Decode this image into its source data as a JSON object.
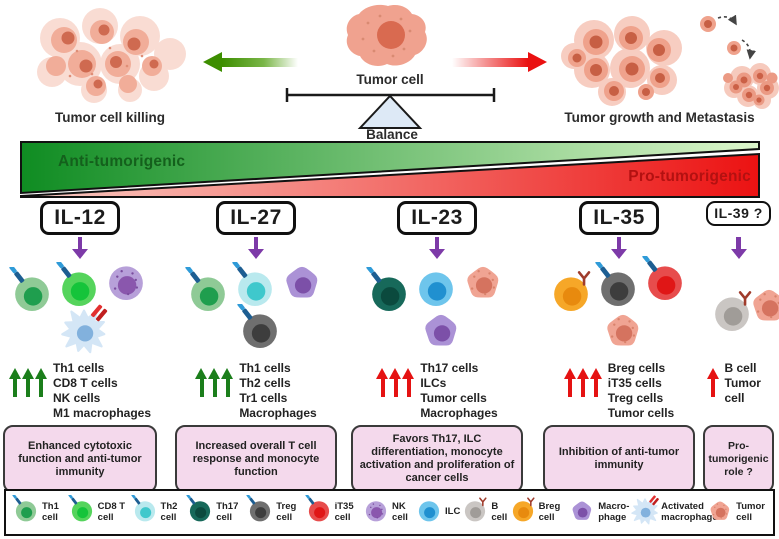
{
  "header": {
    "left_caption": "Tumor cell killing",
    "tumor_cell_label": "Tumor cell",
    "balance_label": "Balance",
    "right_caption": "Tumor growth and Metastasis"
  },
  "scale_bar": {
    "left_label": "Anti-tumorigenic",
    "right_label": "Pro-tumorigenic",
    "green_gradient": [
      "#0f8c22",
      "#dcf6cb"
    ],
    "red_gradient": [
      "#f9cdc4",
      "#ec1212"
    ],
    "left_text_color": "#14601c",
    "right_text_color": "#b31111"
  },
  "colors": {
    "down_arrow": "#7d3aa8",
    "green_trend": "#1b7e1b",
    "red_trend": "#e51212",
    "pink_box_bg": "#f4d9ec",
    "green_arrow": "#3d8e00",
    "red_arrow": "#ea1111"
  },
  "columns": [
    {
      "label": "IL-12",
      "trend_count": 3,
      "trend_color": "#1b7e1b",
      "cell_icons": [
        "th1",
        "cd8",
        "nk",
        "act_mac"
      ],
      "cells_list": [
        "Th1 cells",
        "CD8 T cells",
        "NK cells",
        "M1 macrophages"
      ],
      "box_text": "Enhanced cytotoxic function and anti-tumor immunity"
    },
    {
      "label": "IL-27",
      "trend_count": 3,
      "trend_color": "#1b7e1b",
      "cell_icons": [
        "th1",
        "th2",
        "mac",
        "treg"
      ],
      "cells_list": [
        "Th1 cells",
        "Th2 cells",
        "Tr1 cells",
        "Macrophages"
      ],
      "box_text": "Increased overall T cell response and monocyte function"
    },
    {
      "label": "IL-23",
      "trend_count": 3,
      "trend_color": "#e51212",
      "cell_icons": [
        "th17",
        "ilc",
        "tumor",
        "mac"
      ],
      "cells_list": [
        "Th17 cells",
        "ILCs",
        "Tumor cells",
        "Macrophages"
      ],
      "box_text": "Favors Th17, ILC differentiation, monocyte activation and proliferation of cancer cells"
    },
    {
      "label": "IL-35",
      "trend_count": 3,
      "trend_color": "#e51212",
      "cell_icons": [
        "breg",
        "treg",
        "it35",
        "tumor"
      ],
      "cells_list": [
        "Breg cells",
        "iT35 cells",
        "Treg cells",
        "Tumor cells"
      ],
      "box_text": "Inhibition of anti-tumor immunity"
    },
    {
      "label": "IL-39 ?",
      "trend_count": 1,
      "trend_color": "#e51212",
      "cell_icons": [
        "bcell",
        "tumor"
      ],
      "cells_list": [
        "B cell",
        "Tumor cell"
      ],
      "box_text": "Pro-tumorigenic role ?"
    }
  ],
  "legend": {
    "items": [
      {
        "type": "th1",
        "label": "Th1 cell"
      },
      {
        "type": "cd8",
        "label": "CD8 T cell"
      },
      {
        "type": "th2",
        "label": "Th2 cell"
      },
      {
        "type": "th17",
        "label": "Th17 cell"
      },
      {
        "type": "treg",
        "label": "Treg cell"
      },
      {
        "type": "it35",
        "label": "iT35 cell"
      },
      {
        "type": "nk",
        "label": "NK cell"
      },
      {
        "type": "ilc",
        "label": "ILC"
      },
      {
        "type": "bcell",
        "label": "B cell"
      },
      {
        "type": "breg",
        "label": "Breg cell"
      },
      {
        "type": "mac",
        "label": "Macro-phage"
      },
      {
        "type": "act_mac",
        "label": "Activated macrophage"
      },
      {
        "type": "tumor",
        "label": "Tumor cell"
      }
    ]
  },
  "cell_styles": {
    "th1": {
      "shape": "round",
      "outer": "#8fca96",
      "inner": "#1f9e4e",
      "receptor": "blue"
    },
    "cd8": {
      "shape": "round",
      "outer": "#55d45c",
      "inner": "#15c43a",
      "receptor": "blue"
    },
    "th2": {
      "shape": "round",
      "outer": "#b9e9ee",
      "inner": "#3fc8cc",
      "receptor": "blue"
    },
    "th17": {
      "shape": "round",
      "outer": "#17695a",
      "inner": "#0b4a3e",
      "receptor": "blue"
    },
    "treg": {
      "shape": "round",
      "outer": "#6f6f6f",
      "inner": "#3d3d3d",
      "receptor": "blue"
    },
    "it35": {
      "shape": "round",
      "outer": "#e74c4c",
      "inner": "#e01616",
      "receptor": "blue"
    },
    "nk": {
      "shape": "round",
      "outer": "#b7a0d9",
      "inner": "#8a57ad",
      "receptor": null,
      "speckles": true,
      "speckle_color": "#7a4d9e"
    },
    "ilc": {
      "shape": "round",
      "outer": "#6ec5ec",
      "inner": "#2090d0",
      "receptor": null
    },
    "bcell": {
      "shape": "round",
      "outer": "#cac6c3",
      "inner": "#a09c98",
      "receptor": "redY"
    },
    "breg": {
      "shape": "round",
      "outer": "#f6a728",
      "inner": "#e88a0e",
      "receptor": "redY"
    },
    "mac": {
      "shape": "blob",
      "outer": "#ab92d6",
      "inner": "#7c50a8",
      "receptor": null
    },
    "act_mac": {
      "shape": "spiky",
      "outer": "#d4e6f6",
      "inner": "#82b1dd",
      "receptor": "redRod"
    },
    "tumor": {
      "shape": "blob",
      "outer": "#f0a493",
      "inner": "#d5735f",
      "receptor": null,
      "speckles": true,
      "speckle_color": "#d9836c"
    }
  }
}
